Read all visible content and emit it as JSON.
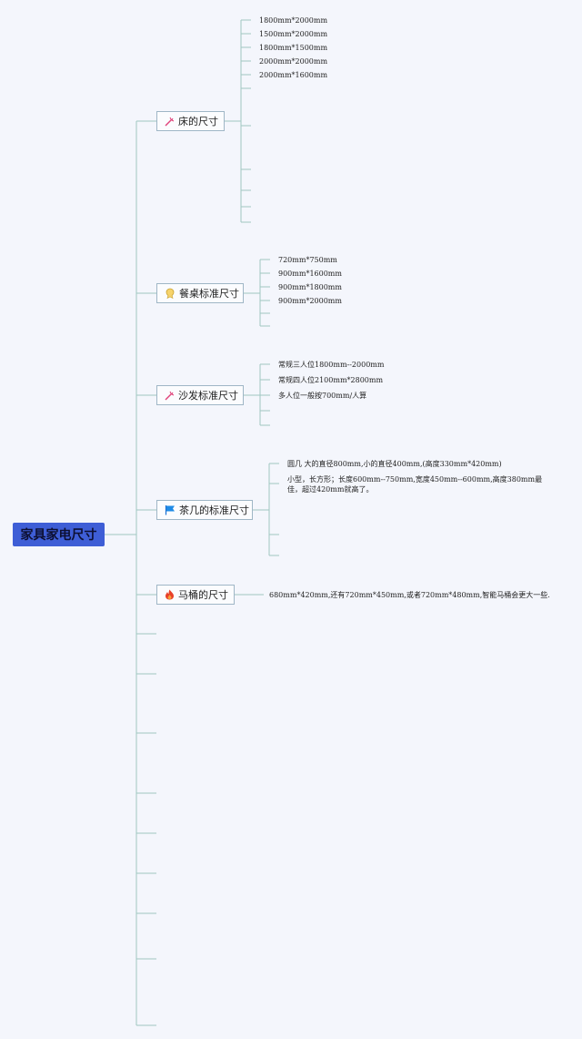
{
  "root": {
    "label": "家具家电尺寸"
  },
  "branches": [
    {
      "label": "床的尺寸",
      "icon": "pink-sparkle-icon",
      "leaves": [
        "1800mm*2000mm",
        "1500mm*2000mm",
        "1800mm*1500mm",
        "2000mm*2000mm",
        "2000mm*1600mm"
      ]
    },
    {
      "label": "餐桌标准尺寸",
      "icon": "yellow-medal-icon",
      "leaves": [
        "720mm*750mm",
        "900mm*1600mm",
        "900mm*1800mm",
        "900mm*2000mm"
      ]
    },
    {
      "label": "沙发标准尺寸",
      "icon": "pink-sparkle-icon",
      "leaves": [
        "常规三人位1800mm--2000mm",
        "常规四人位2100mm*2800mm",
        "多人位一般按700mm/人算"
      ]
    },
    {
      "label": "茶几的标准尺寸",
      "icon": "blue-flag-icon",
      "leaves": [
        "圆几 大的直径800mm,小的直径400mm,(高度330mm*420mm)",
        "小型，长方形；长度600mm--750mm,宽度450mm--600mm,高度380mm最佳，超过420mm就高了。"
      ]
    },
    {
      "label": "马桶的尺寸",
      "icon": "fire-icon",
      "leaves": [
        "680mm*420mm,还有720mm*450mm,或者720mm*480mm,智能马桶会更大一些."
      ]
    }
  ],
  "colors": {
    "root_fill": "#3e5ed6",
    "connector": "#9fc7c1",
    "background": "#f4f6fc"
  }
}
